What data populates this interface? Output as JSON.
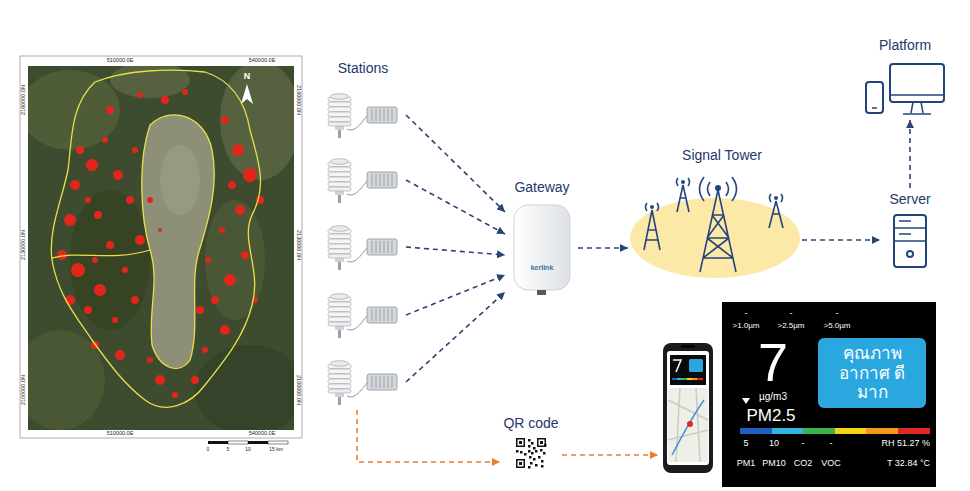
{
  "diagram": {
    "nodes": [
      {
        "text": [
          "Stations"
        ]
      },
      {
        "text": [
          "Gateway",
          "kerlink"
        ]
      },
      {
        "text": [
          "Signal Tower"
        ]
      },
      {
        "text": [
          "Server"
        ]
      },
      {
        "text": [
          "Platform"
        ]
      },
      {
        "text": [
          "QR code"
        ]
      },
      {
        "text": [
          "-",
          "-",
          "-",
          ">1.0µm",
          ">2.5µm",
          ">5.0µm",
          "7",
          "µg/m3",
          "PM2.5",
          "คุณภาพ อากาศ ดีมาก",
          "5",
          "10",
          "-",
          "-",
          "RH 51.27 %",
          "PM1",
          "PM10",
          "CO2",
          "VOC",
          "T 32.84 °C"
        ]
      }
    ],
    "edges": [
      {
        "from": 0,
        "to": 1,
        "arrow": "to"
      },
      {
        "from": 0,
        "to": 1,
        "arrow": "to"
      },
      {
        "from": 0,
        "to": 1,
        "arrow": "to"
      },
      {
        "from": 0,
        "to": 1,
        "arrow": "to"
      },
      {
        "from": 0,
        "to": 1,
        "arrow": "to"
      },
      {
        "from": 1,
        "to": 2,
        "arrow": "to"
      },
      {
        "from": 2,
        "to": 3,
        "arrow": "to"
      },
      {
        "from": 3,
        "to": 4,
        "arrow": "to"
      },
      {
        "from": 0,
        "to": 5,
        "arrow": "to"
      },
      {
        "from": 5,
        "to": 6,
        "arrow": "to"
      }
    ],
    "labels": [
      "510000.0E",
      "540000.0E",
      "2160000.0N",
      "2130000.0N",
      "2100000.0N",
      "2160000.0N",
      "2130000.0N",
      "2100000.0N",
      "510000.0E",
      "540000.0E",
      "N",
      "0",
      "5",
      "10",
      "15 km"
    ]
  }
}
